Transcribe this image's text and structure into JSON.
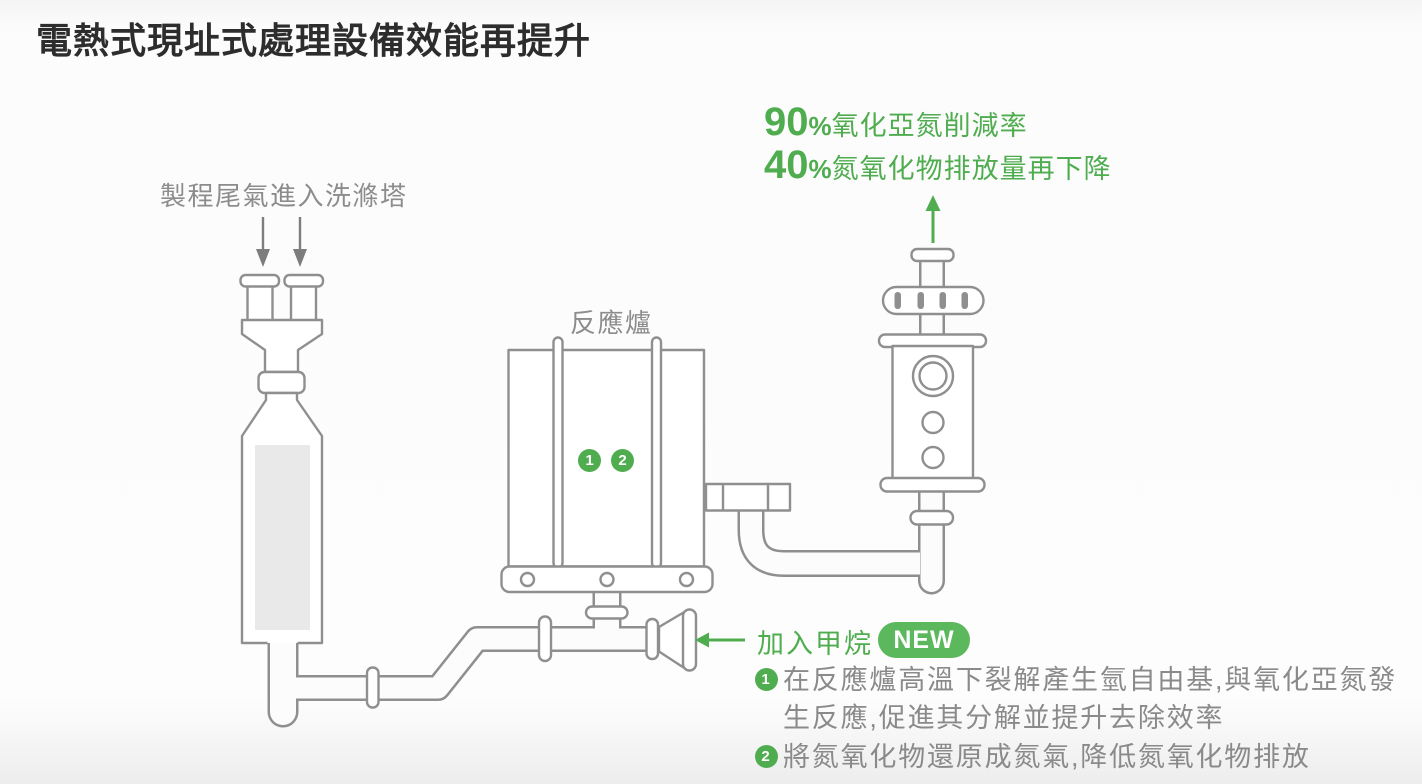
{
  "title": "電熱式現址式處理設備效能再提升",
  "stats": {
    "lines": [
      {
        "number": "90",
        "percent": "%",
        "label": "氧化亞氮削減率"
      },
      {
        "number": "40",
        "percent": "%",
        "label": "氮氧化物排放量再下降"
      }
    ]
  },
  "diagram": {
    "scrubber_label": "製程尾氣進入洗滌塔",
    "furnace_label": "反應爐",
    "furnace_markers": {
      "first": "1",
      "second": "2"
    }
  },
  "methane": {
    "label": "加入甲烷",
    "badge": "NEW"
  },
  "notes": [
    {
      "marker": "1",
      "text": "在反應爐高溫下裂解產生氫自由基,與氧化亞氮發生反應,促進其分解並提升去除效率"
    },
    {
      "marker": "2",
      "text": "將氮氧化物還原成氮氣,降低氮氧化物排放"
    }
  ],
  "colors": {
    "green": "#4fad4f",
    "badge_green": "#5cb85c",
    "line_gray": "#8f8f8f",
    "text_gray": "#8a8a8a",
    "title_color": "#2d2d2d"
  }
}
